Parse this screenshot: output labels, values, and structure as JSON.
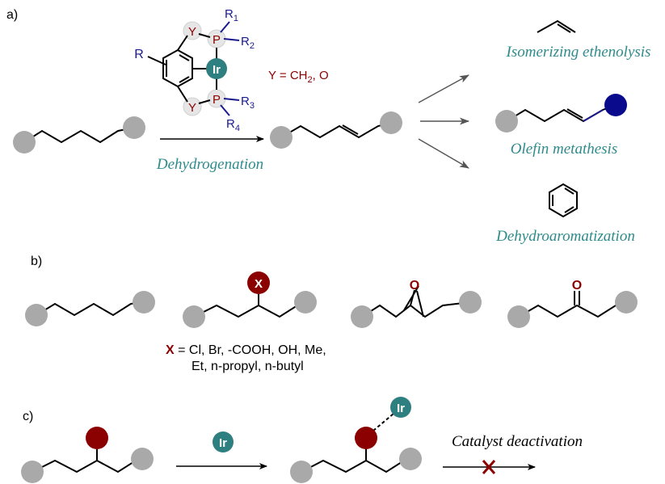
{
  "panels": {
    "a": "a)",
    "b": "b)",
    "c": "c)"
  },
  "colors": {
    "teal": "#2e8b8b",
    "ir_fill": "#2e7f80",
    "dark_red": "#8b0000",
    "navy": "#1a1a8c",
    "gray_node": "#a9a9a9",
    "ghost_circle": "#e6e6e6"
  },
  "catalyst": {
    "metal": "Ir",
    "y_top": "Y",
    "y_bottom": "Y",
    "p_top": "P",
    "p_bottom": "P",
    "ring_sub": "R",
    "r1": "R",
    "r1_sub": "1",
    "r2": "R",
    "r2_sub": "2",
    "r3": "R",
    "r3_sub": "3",
    "r4": "R",
    "r4_sub": "4",
    "y_def_pre": "Y = CH",
    "y_def_sub": "2",
    "y_def_post": ", O"
  },
  "panel_a": {
    "arrow_label": "Dehydrogenation",
    "outcome_1": "Isomerizing ethenolysis",
    "outcome_2": "Olefin metathesis",
    "outcome_3": "Dehydroaromatization"
  },
  "panel_b": {
    "x_atom": "X",
    "o_epoxide": "O",
    "o_ketone": "O",
    "x_def_symbol": "X",
    "x_def_line1": " = Cl, Br, -COOH, OH, Me,",
    "x_def_line2": "Et, n-propyl, n-butyl"
  },
  "panel_c": {
    "ir_reagent": "Ir",
    "ir_bound": "Ir",
    "deactivation_label": "Catalyst deactivation"
  }
}
